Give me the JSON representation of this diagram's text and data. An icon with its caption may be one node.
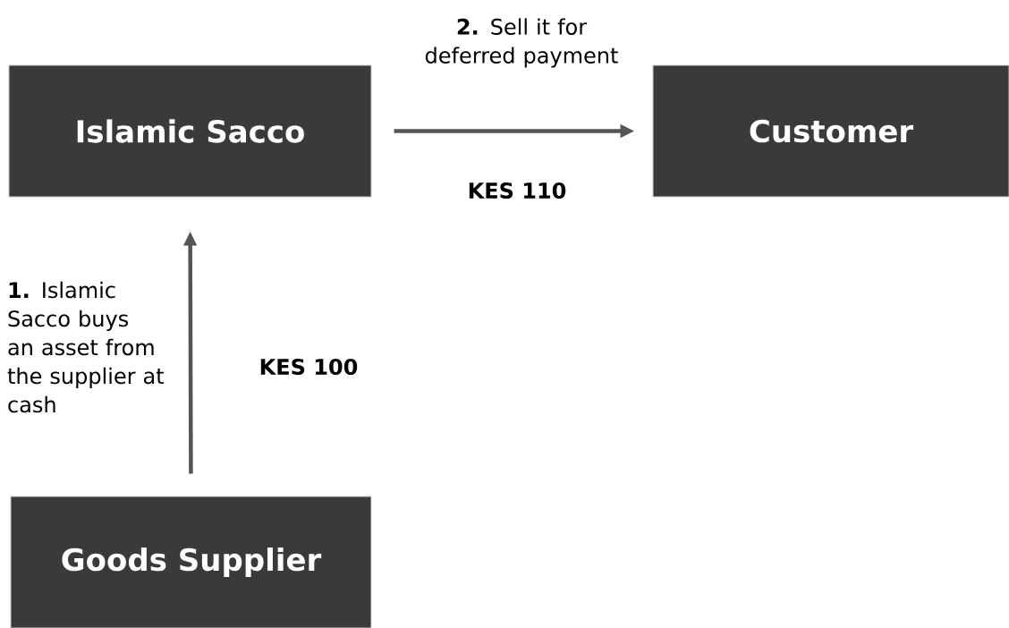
{
  "diagram": {
    "nodes": [
      {
        "text": [
          "Islamic Sacco"
        ]
      },
      {
        "text": [
          "Customer"
        ]
      },
      {
        "text": [
          "Goods Supplier"
        ]
      }
    ],
    "edges": [
      {
        "from": 0,
        "to": 1,
        "arrow": "to",
        "label": "**2.** Sell it for deferred payment"
      },
      {
        "from": 2,
        "to": 0,
        "arrow": "to",
        "label": "**1.** Islamic Sacco buys an asset from the supplier at cash"
      }
    ],
    "labels": [
      "KES 110",
      "KES 100"
    ]
  }
}
